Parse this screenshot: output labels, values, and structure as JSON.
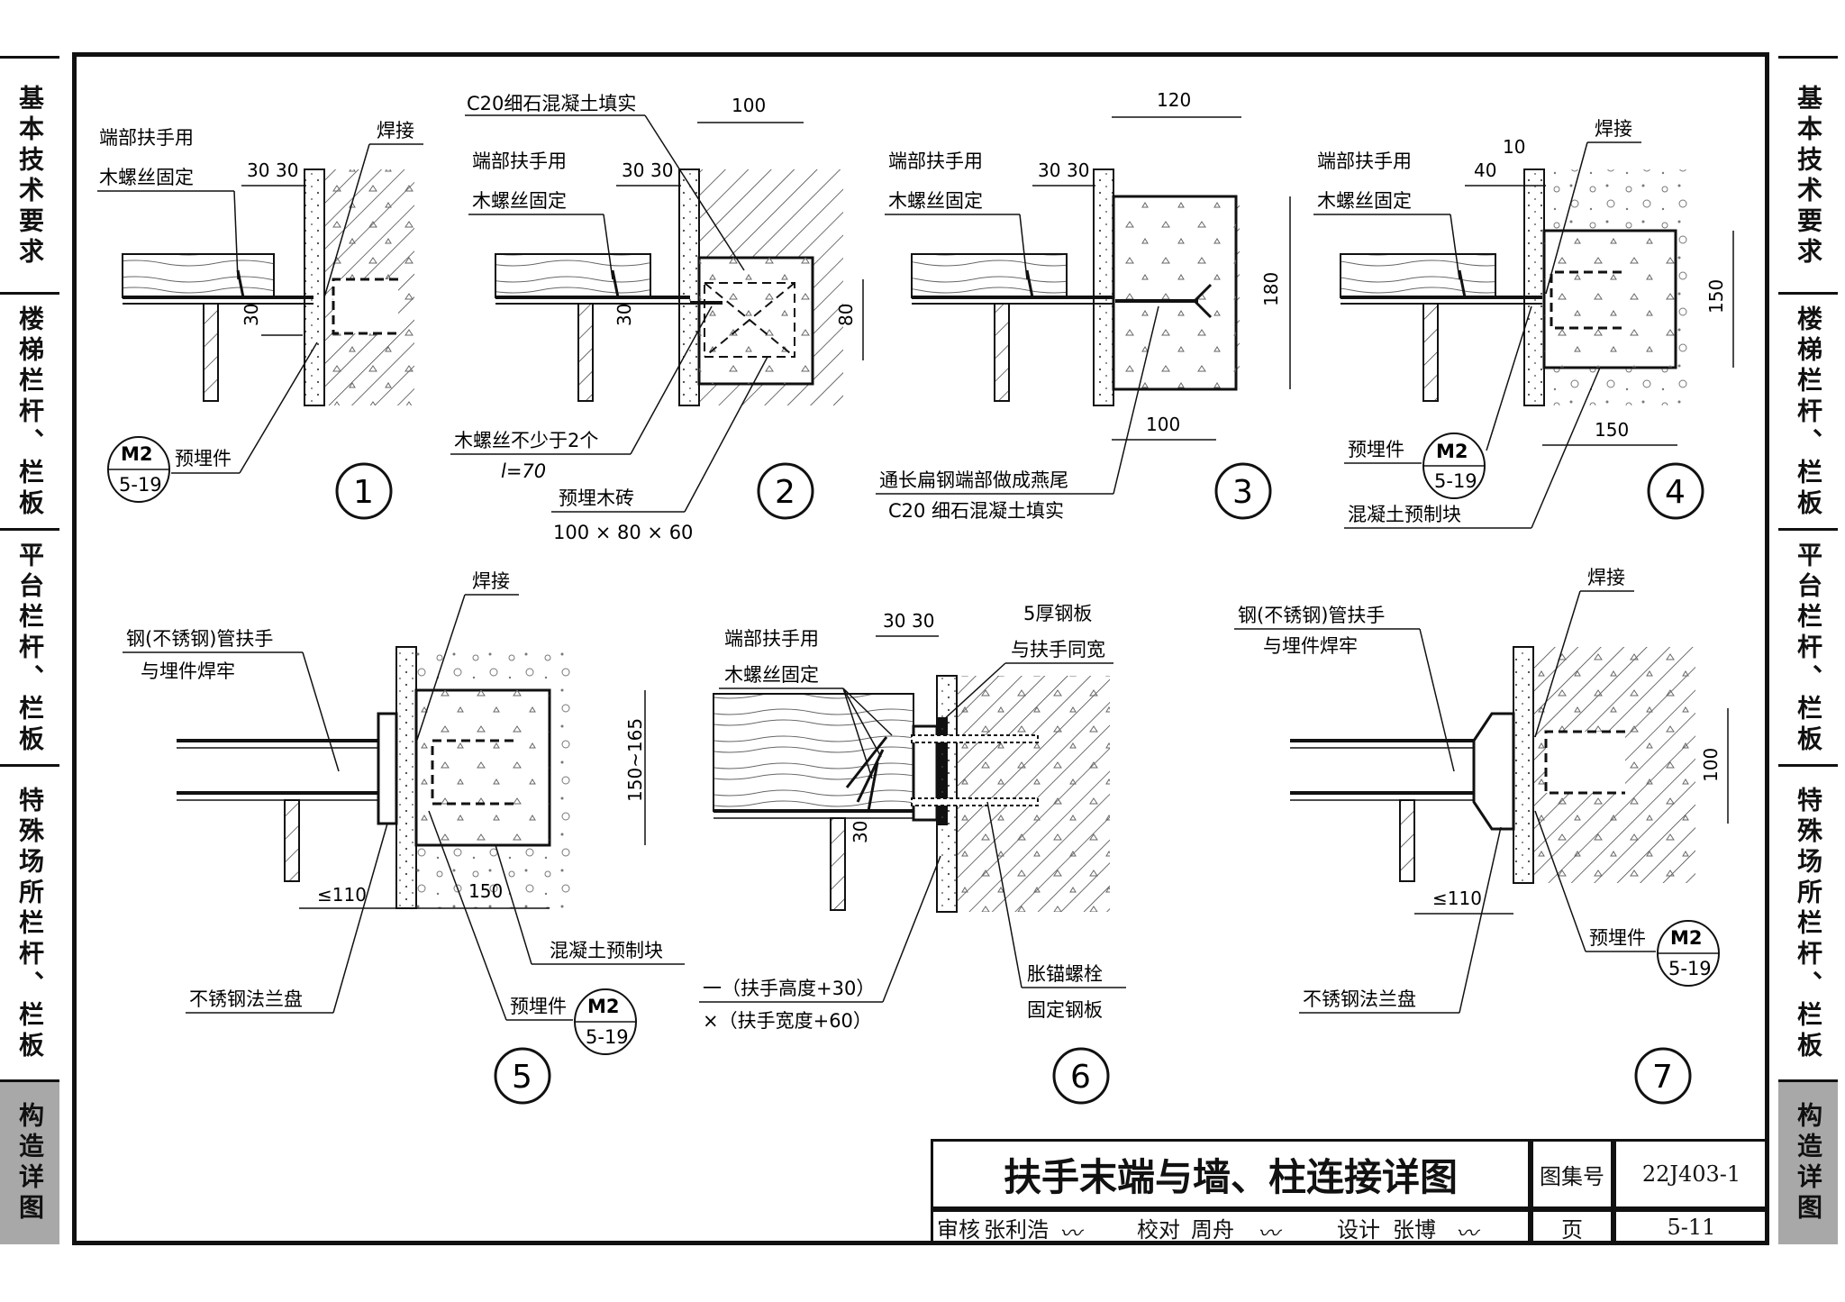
{
  "sidebar": {
    "sections": [
      {
        "label": "基本技术要求",
        "active": false
      },
      {
        "label": "楼梯栏杆、栏板",
        "active": false
      },
      {
        "label": "平台栏杆、栏板",
        "active": false
      },
      {
        "label": "特殊场所栏杆、栏板",
        "active": false
      },
      {
        "label": "构造详图",
        "active": true
      }
    ]
  },
  "details": {
    "d1": {
      "number": "1",
      "end_fix": "端部扶手用",
      "end_fix2": "木螺丝固定",
      "weld": "焊接",
      "embed": "预埋件",
      "ref_top": "M2",
      "ref_bottom": "5-19",
      "dim_a": "30",
      "dim_b": "30",
      "dim_c": "30"
    },
    "d2": {
      "number": "2",
      "concrete": "C20细石混凝土填实",
      "end_fix": "端部扶手用",
      "end_fix2": "木螺丝固定",
      "screw": "木螺丝不少于2个",
      "screw_len": "l=70",
      "brick": "预埋木砖",
      "brick_size": "100 × 80 × 60",
      "dim_a": "30",
      "dim_b": "30",
      "dim_c": "30",
      "dim_100": "100",
      "dim_80": "80"
    },
    "d3": {
      "number": "3",
      "end_fix": "端部扶手用",
      "end_fix2": "木螺丝固定",
      "dovetail": "通长扁钢端部做成燕尾",
      "concrete": "C20 细石混凝土填实",
      "dim_120": "120",
      "dim_180": "180",
      "dim_100": "100",
      "dim_a": "30",
      "dim_b": "30"
    },
    "d4": {
      "number": "4",
      "end_fix": "端部扶手用",
      "end_fix2": "木螺丝固定",
      "weld": "焊接",
      "embed": "预埋件",
      "ref_top": "M2",
      "ref_bottom": "5-19",
      "block": "混凝土预制块",
      "dim_40": "40",
      "dim_10": "10",
      "dim_150v": "150",
      "dim_150h": "150"
    },
    "d5": {
      "number": "5",
      "pipe": "钢(不锈钢)管扶手",
      "pipe2": "与埋件焊牢",
      "weld": "焊接",
      "block": "混凝土预制块",
      "flange": "不锈钢法兰盘",
      "embed": "预埋件",
      "ref_top": "M2",
      "ref_bottom": "5-19",
      "dim_range": "150~165",
      "dim_110": "≤110",
      "dim_150": "150"
    },
    "d6": {
      "number": "6",
      "end_fix": "端部扶手用",
      "end_fix2": "木螺丝固定",
      "plate": "5厚钢板",
      "plate2": "与扶手同宽",
      "bolt": "胀锚螺栓",
      "bolt2": "固定钢板",
      "size1": "一（扶手高度+30）",
      "size2": "×（扶手宽度+60）",
      "dim_a": "30",
      "dim_b": "30",
      "dim_c": "30"
    },
    "d7": {
      "number": "7",
      "pipe": "钢(不锈钢)管扶手",
      "pipe2": "与埋件焊牢",
      "weld": "焊接",
      "embed": "预埋件",
      "ref_top": "M2",
      "ref_bottom": "5-19",
      "flange": "不锈钢法兰盘",
      "dim_110": "≤110",
      "dim_100": "100"
    }
  },
  "titleblock": {
    "title": "扶手末端与墙、柱连接详图",
    "atlas_label": "图集号",
    "atlas_no": "22J403-1",
    "page_label": "页",
    "page_no": "5-11",
    "review_label": "审核",
    "reviewer": "张利浩",
    "check_label": "校对",
    "checker": "周舟",
    "design_label": "设计",
    "designer": "张博"
  }
}
